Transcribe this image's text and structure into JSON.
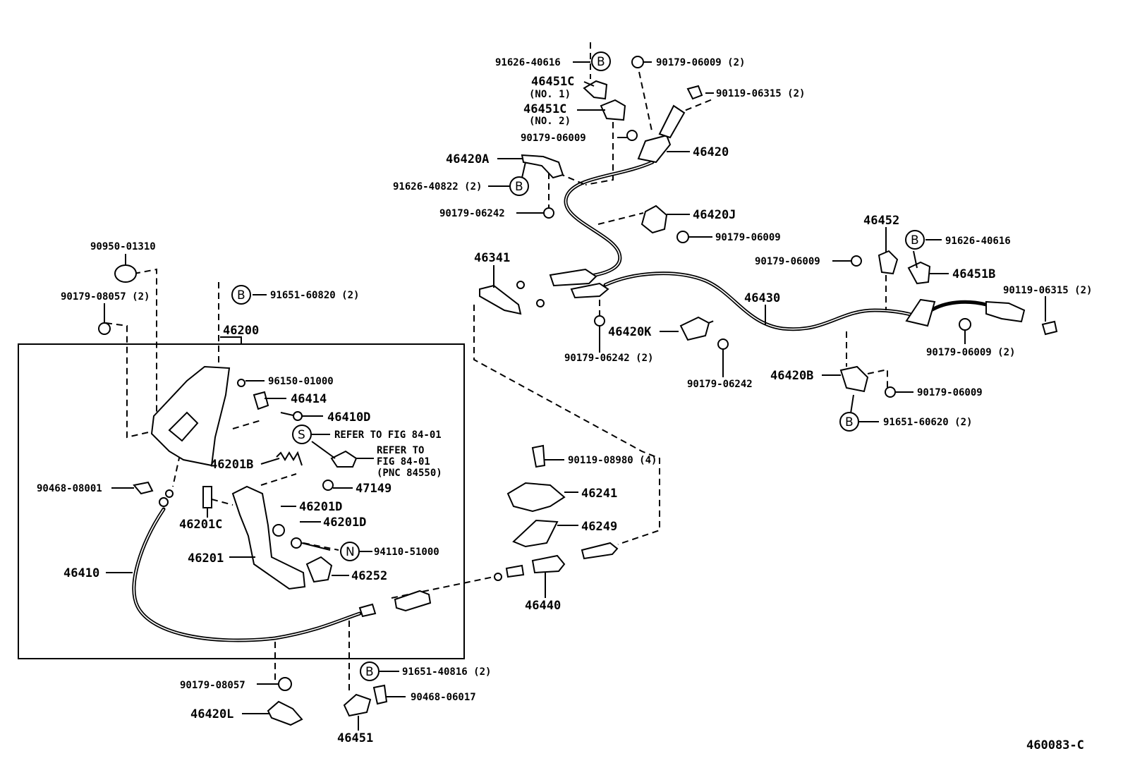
{
  "labels": {
    "p91626_40616_top": "91626-40616",
    "p46451C_1": "46451C",
    "p46451C_1_sub": "(NO. 1)",
    "p46451C_2": "46451C",
    "p46451C_2_sub": "(NO. 2)",
    "p90179_06009_a": "90179-06009",
    "p90179_06009_b": "90179-06009 (2)",
    "p90119_06315_a": "90119-06315 (2)",
    "p46420": "46420",
    "p46420A": "46420A",
    "p91626_40822": "91626-40822 (2)",
    "p90179_06242_a": "90179-06242",
    "p46420J": "46420J",
    "p90179_06009_c": "90179-06009",
    "p90950_01310": "90950-01310",
    "p90179_08057_2": "90179-08057 (2)",
    "p91651_60820": "91651-60820 (2)",
    "p46200": "46200",
    "p46341": "46341",
    "p46452": "46452",
    "p91626_40616_r": "91626-40616",
    "p90179_06009_d": "90179-06009",
    "p46451B": "46451B",
    "p90119_06315_b": "90119-06315 (2)",
    "p46430": "46430",
    "p46420K": "46420K",
    "p90179_06242_2": "90179-06242 (2)",
    "p90179_06242_b": "90179-06242",
    "p90179_06009_2": "90179-06009 (2)",
    "p46420B": "46420B",
    "p90179_06009_e": "90179-06009",
    "p91651_60620": "91651-60620 (2)",
    "p96150_01000": "96150-01000",
    "p46414": "46414",
    "p46410D": "46410D",
    "refer_s": "REFER TO FIG 84-01",
    "refer_to": "REFER TO",
    "refer_fig": "FIG 84-01",
    "refer_pnc": "(PNC 84550)",
    "p46201B": "46201B",
    "p47149": "47149",
    "p90468_08001": "90468-08001",
    "p46201D_a": "46201D",
    "p46201D_b": "46201D",
    "p46201C": "46201C",
    "p94110_51000": "94110-51000",
    "p46201": "46201",
    "p46252": "46252",
    "p46410": "46410",
    "p90119_08980": "90119-08980 (4)",
    "p46241": "46241",
    "p46249": "46249",
    "p46440": "46440",
    "p91651_40816": "91651-40816 (2)",
    "p90468_06017": "90468-06017",
    "p90179_08057": "90179-08057",
    "p46420L": "46420L",
    "p46451": "46451",
    "figure_code": "460083-C"
  },
  "markers": {
    "b": "B",
    "s": "S",
    "n": "N"
  }
}
